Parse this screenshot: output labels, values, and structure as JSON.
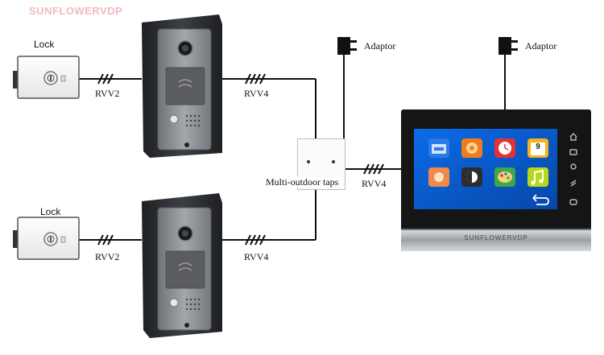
{
  "watermark": "SUNFLOWERVDP",
  "devices": {
    "lock_top_label": "Lock",
    "lock_bottom_label": "Lock",
    "adaptor_left_label": "Adaptor",
    "adaptor_right_label": "Adaptor",
    "taps_label": "Multi-outdoor taps",
    "monitor_brand": "SUNFLOWERVDP",
    "calendar_day": "9"
  },
  "cables": {
    "lock_top": "RVV2",
    "lock_bottom": "RVV2",
    "door_top": "RVV4",
    "door_bottom": "RVV4",
    "monitor": "RVV4"
  },
  "colors": {
    "screen_blue": "#0a5fd6",
    "door_plate": "#8d8f93",
    "rain_hood": "#2d2f33",
    "monitor_frame": "#151515",
    "monitor_trim": "#b8bcc1"
  },
  "monitor_icons": [
    "folder-icon",
    "settings-icon",
    "clock-icon",
    "calendar-icon",
    "brightness-icon",
    "contrast-icon",
    "palette-icon",
    "music-icon",
    "back-icon"
  ],
  "side_buttons": [
    "home-button",
    "camera-button",
    "person-button",
    "unlock-button",
    "phone-button"
  ]
}
